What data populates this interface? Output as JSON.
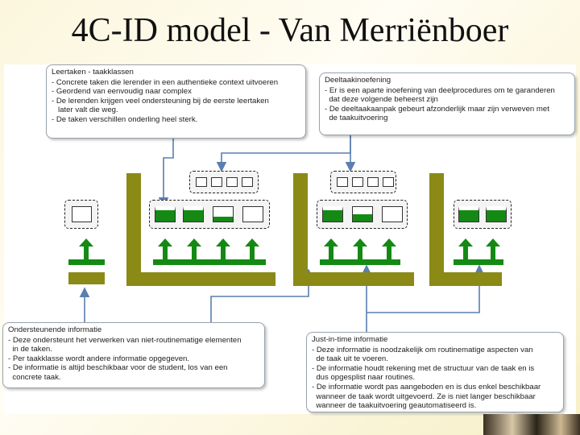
{
  "title": "4C-ID model - Van Merriënboer",
  "callouts": {
    "leertaken": {
      "title": "Leertaken - taakklassen",
      "lines": [
        "- Concrete taken die lerender in een authentieke context uitvoeren",
        "- Geordend van eenvoudig naar complex",
        "- De lerenden krijgen veel ondersteuning bij de eerste leertaken",
        "   later valt die weg.",
        "- De taken verschillen onderling heel sterk."
      ]
    },
    "deeltaak": {
      "title": "Deeltaakinoefening",
      "lines": [
        "- Er is een aparte inoefening van deelprocedures om te garanderen",
        "  dat deze volgende beheerst zijn",
        "- De deeltaakaanpak gebeurt afzonderlijk maar zijn verweven met",
        "  de taakuitvoering"
      ]
    },
    "ondersteunend": {
      "title": "Ondersteunende informatie",
      "lines": [
        "- Deze ondersteunt het verwerken van niet-routinematige elementen",
        "  in de taken.",
        "- Per taakklasse wordt andere informatie opgegeven.",
        "- De informatie is altijd beschikbaar voor de student, los van een",
        "  concrete taak."
      ]
    },
    "justintime": {
      "title": "Just-in-time informatie",
      "lines": [
        "- Deze informatie is noodzakelijk om routinematige aspecten van",
        "  de taak uit te voeren.",
        "- De informatie houdt rekening met de structuur van de taak en is",
        "  dus opgesplist naar routines.",
        "- De informatie wordt pas aangeboden en is dus enkel beschikbaar",
        "  wanneer de taak wordt uitgevoerd. Ze is niet langer beschikbaar",
        "  wanneer de taakuitvoering geautomatiseerd is."
      ]
    }
  },
  "colors": {
    "olive": "#8b8a16",
    "green": "#148a14",
    "arrow_blue": "#5a7fb0"
  }
}
